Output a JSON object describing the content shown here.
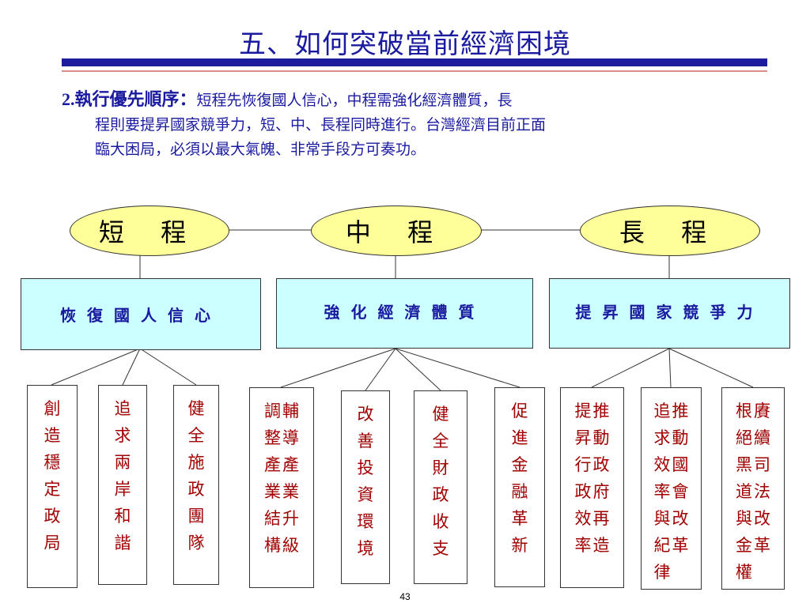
{
  "title": "五、如何突破當前經濟困境",
  "intro": {
    "num": "2.",
    "head": "執行優先順序：",
    "line1": "短程先恢復國人信心，中程需強化經濟體質，長",
    "line2": "程則要提昇國家競爭力，短、中、長程同時進行。台灣經濟目前正面",
    "line3": "臨大困局，必須以最大氣魄、非常手段方可奏功。"
  },
  "phases": [
    {
      "label": "短 程",
      "goal": "恢復國人信心",
      "actions": [
        [
          "創造穩定政局"
        ],
        [
          "追求兩岸和諧"
        ],
        [
          "健全施政團隊"
        ]
      ]
    },
    {
      "label": "中 程",
      "goal": "強化經濟體質",
      "actions": [
        [
          "輔導產業升級",
          "調整產業結構"
        ],
        [
          "改善投資環境"
        ],
        [
          "健全財政收支"
        ],
        [
          "促進金融革新"
        ]
      ]
    },
    {
      "label": "長 程",
      "goal": "提昇國家競爭力",
      "actions": [
        [
          "推動政府再造",
          "提昇行政效率"
        ],
        [
          "推動國會改革",
          "追求效率與紀律"
        ],
        [
          "賡續司法改革",
          "根絕黑道與金權"
        ]
      ]
    }
  ],
  "page_number": "43"
}
